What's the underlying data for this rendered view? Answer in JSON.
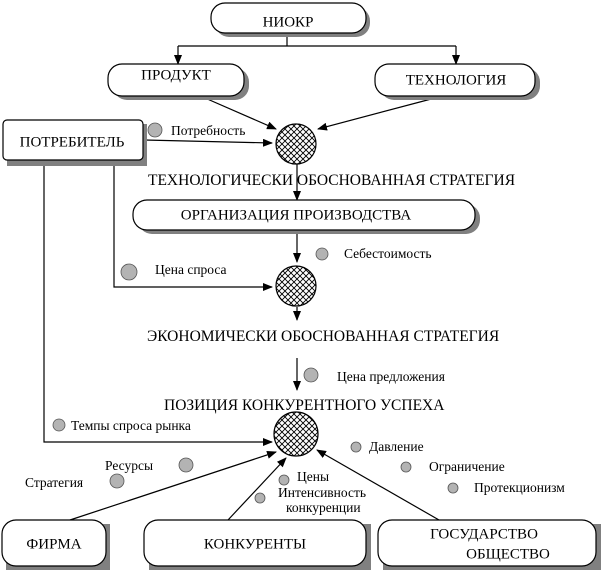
{
  "boxes": {
    "niokr": "НИОКР",
    "produkt": "ПРОДУКТ",
    "tekhnologiya": "ТЕХНОЛОГИЯ",
    "potrebitel": "ПОТРЕБИТЕЛЬ",
    "organizatsiya": "ОРГАНИЗАЦИЯ  ПРОИЗВОДСТВА",
    "firma": "ФИРМА",
    "konkurenty": "КОНКУРЕНТЫ",
    "gosudarstvo_line1": "ГОСУДАРСТВО",
    "gosudarstvo_line2": "ОБЩЕСТВО"
  },
  "headings": {
    "tech_strategy": "ТЕХНОЛОГИЧЕСКИ ОБОСНОВАННАЯ СТРАТЕГИЯ",
    "econ_strategy": "ЭКОНОМИЧЕСКИ ОБОСНОВАННАЯ СТРАТЕГИЯ",
    "position": "ПОЗИЦИЯ КОНКУРЕНТНОГО УСПЕХА"
  },
  "labels": {
    "potrebnost": "Потребность",
    "sebestoimost": "Себестоимость",
    "tsena_sprosa": "Цена спроса",
    "tsena_predlozheniya": "Цена предложения",
    "tempy_sprosa": "Темпы спроса рынка",
    "resursy": "Ресурсы",
    "strategiya": "Стратегия",
    "tseny": "Цены",
    "intensivnost_line1": "Интенсивность",
    "intensivnost_line2": "конкуренции",
    "davlenie": "Давление",
    "ogranichenie": "Ограничение",
    "protektsionizm": "Протекционизм"
  },
  "colors": {
    "line": "#000000",
    "shadow": "#808080",
    "dot_fill": "#b3b3b3",
    "box_fill": "#ffffff"
  }
}
